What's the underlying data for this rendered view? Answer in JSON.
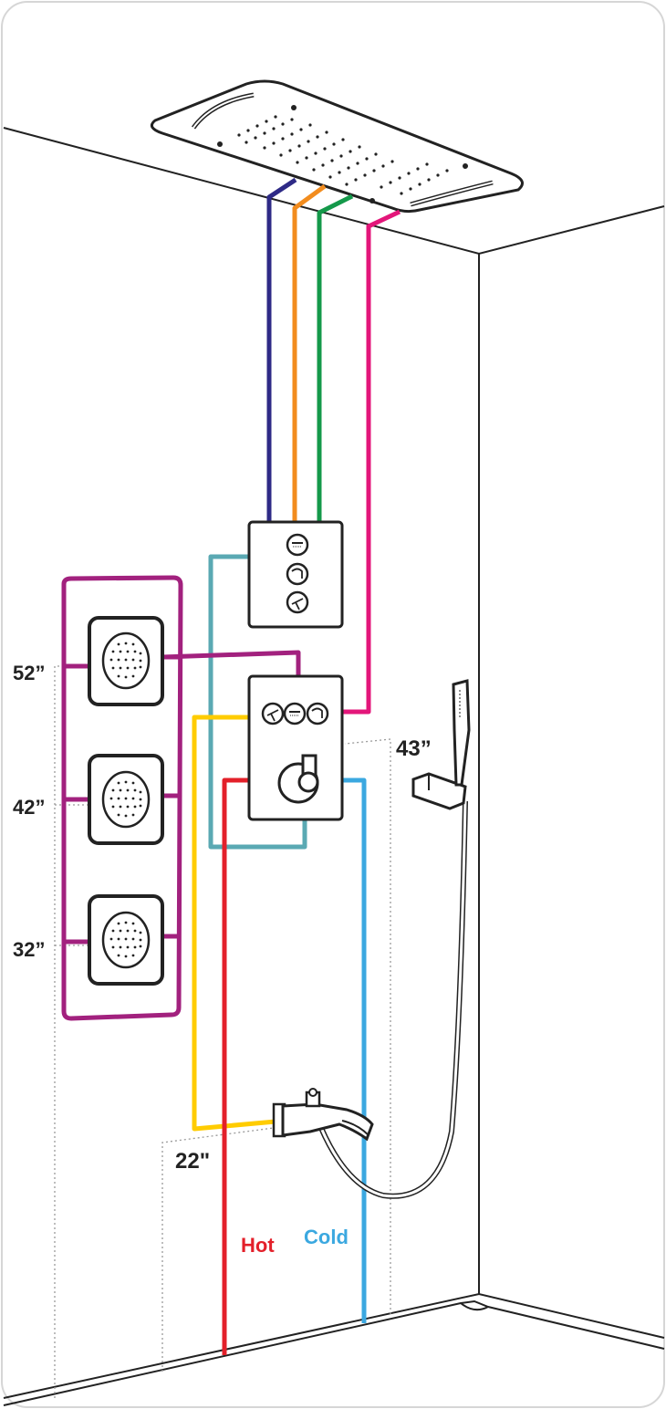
{
  "labels": {
    "height_52": "52”",
    "height_42": "42”",
    "height_32": "32”",
    "height_43": "43”",
    "height_22": "22\"",
    "hot": "Hot",
    "cold": "Cold"
  },
  "colors": {
    "hot": "#e3202a",
    "cold": "#3ba8e0",
    "rain_line": "#2e2a86",
    "waterfall_line": "#f28c1e",
    "mist_line": "#14994a",
    "center_line": "#e3167a",
    "body_jets_line": "#a2217e",
    "handshower_line": "#5aa9b3",
    "tub_spout_line": "#ffcc00",
    "outline": "#222222",
    "dims": "#9a9a9a"
  },
  "icons": [
    "rain-shower-icon",
    "waterfall-icon",
    "handshower-icon",
    "body-jet-icon",
    "tub-spout-icon"
  ]
}
